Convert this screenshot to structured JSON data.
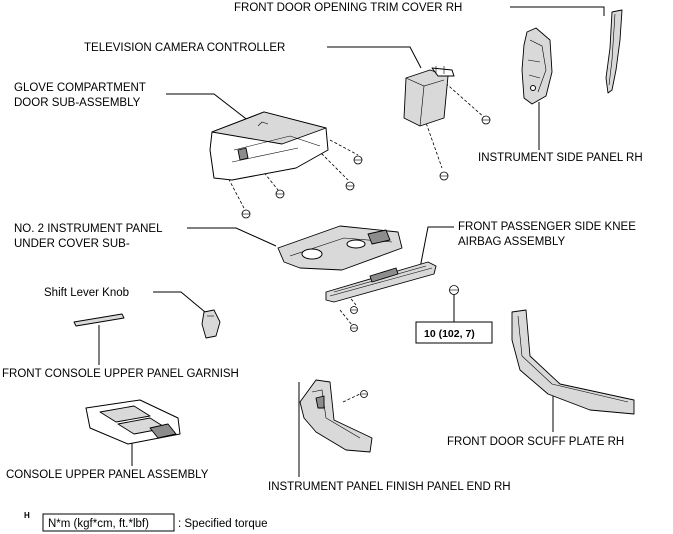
{
  "labels": {
    "front_door_opening_trim_cover": "FRONT DOOR OPENING TRIM COVER RH",
    "television_camera_controller": "TELEVISION CAMERA CONTROLLER",
    "glove_compartment_line1": "GLOVE COMPARTMENT",
    "glove_compartment_line2": "DOOR SUB-ASSEMBLY",
    "instrument_side_panel": "INSTRUMENT SIDE PANEL RH",
    "no2_under_cover_line1": "NO. 2 INSTRUMENT PANEL",
    "no2_under_cover_line2": "UNDER COVER SUB-",
    "knee_airbag_line1": "FRONT PASSENGER SIDE KNEE",
    "knee_airbag_line2": "AIRBAG ASSEMBLY",
    "shift_lever_knob": "Shift Lever Knob",
    "torque_value": "10 (102, 7)",
    "front_console_garnish": "FRONT CONSOLE UPPER PANEL GARNISH",
    "front_door_scuff_plate": "FRONT DOOR SCUFF PLATE RH",
    "console_upper_panel": "CONSOLE UPPER PANEL ASSEMBLY",
    "instrument_panel_finish_end": "INSTRUMENT PANEL FINISH PANEL END RH"
  },
  "legend": {
    "marker": "H",
    "units_box": "N*m (kgf*cm, ft.*lbf)",
    "description": ": Specified torque"
  }
}
